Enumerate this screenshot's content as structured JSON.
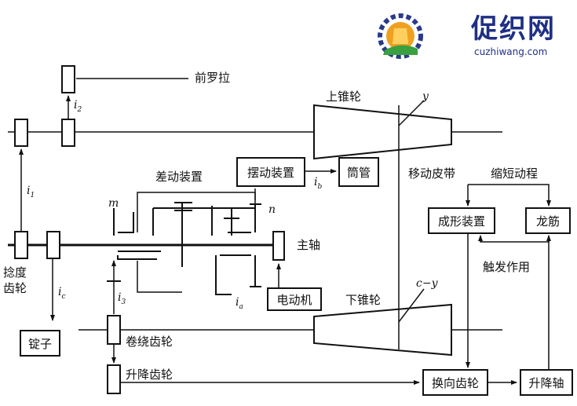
{
  "logo": {
    "title": "促织网",
    "url": "cuzhiwang.com"
  },
  "labels": {
    "front_roller": "前罗拉",
    "upper_cone": "上锥轮",
    "lower_cone": "下锥轮",
    "differential": "差动装置",
    "twist_gear_line1": "捻度",
    "twist_gear_line2": "齿轮",
    "spindle": "锭子",
    "main_shaft": "主轴",
    "winding_gear": "卷绕齿轮",
    "lifting_gear": "升降齿轮",
    "moving_belt": "移动皮带",
    "shorten_stroke": "缩短动程",
    "trigger_action": "触发作用"
  },
  "boxes": {
    "swing_device": "摆动装置",
    "bobbin": "筒管",
    "motor": "电动机",
    "forming_device": "成形装置",
    "dragon_rib": "龙筋",
    "reversing_gear": "换向齿轮",
    "lifting_shaft": "升降轴"
  },
  "symbols": {
    "i1": "i",
    "i1_sub": "1",
    "i2": "i",
    "i2_sub": "2",
    "i3": "i",
    "i3_sub": "3",
    "ia": "i",
    "ia_sub": "a",
    "ib": "i",
    "ib_sub": "b",
    "ic": "i",
    "ic_sub": "c",
    "m": "m",
    "n": "n",
    "y": "y",
    "cy": "c−y"
  }
}
